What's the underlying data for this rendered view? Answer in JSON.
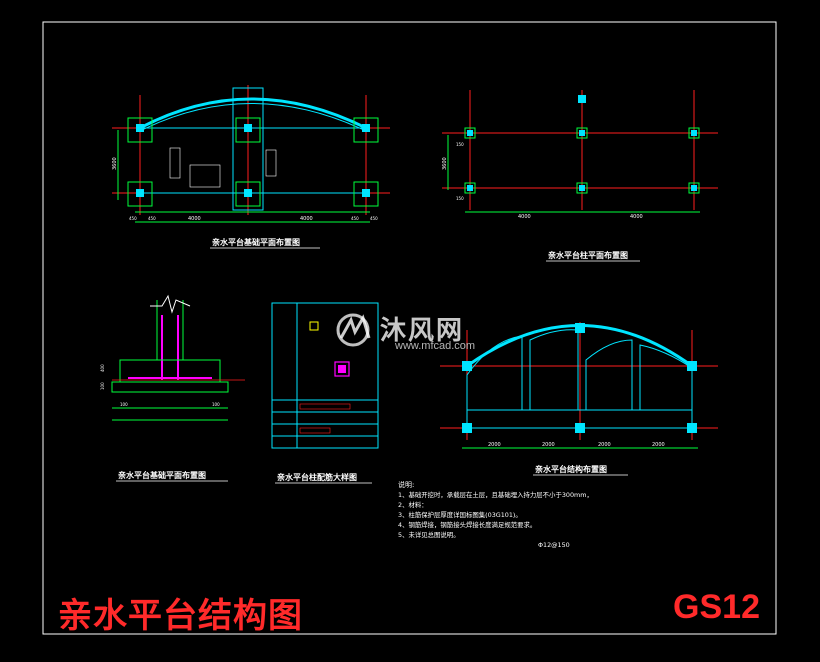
{
  "drawing": {
    "title": "亲水平台结构图",
    "sheet_code": "GS12",
    "colors": {
      "background": "#000000",
      "frame": "#ffffff",
      "title_red": "#ff2a2a",
      "cyan": "#00e5ff",
      "green": "#00ff3c",
      "red_axis": "#ff1e1e",
      "magenta": "#ff00ff",
      "yellow": "#ffff00"
    }
  },
  "views": [
    {
      "id": "foundation-plan",
      "title": "亲水平台基础平面布置图",
      "dims": [
        "4000",
        "4000",
        "450",
        "450",
        "450",
        "450",
        "3600"
      ]
    },
    {
      "id": "column-plan",
      "title": "亲水平台柱平面布置图",
      "dims": [
        "4000",
        "4000",
        "3600",
        "150",
        "150"
      ]
    },
    {
      "id": "foundation-detail",
      "title": "亲水平台基础平面布置图",
      "dims": [
        "100",
        "100",
        "100",
        "400"
      ]
    },
    {
      "id": "column-rebar-detail",
      "title": "亲水平台柱配筋大样图"
    },
    {
      "id": "structure-layout",
      "title": "亲水平台结构布置图",
      "dims": [
        "2000",
        "2000",
        "2000",
        "2000"
      ]
    }
  ],
  "notes": {
    "heading": "说明:",
    "lines": [
      "1、基础开挖时，承载层在土层，且基础埋入持力层不小于300mm，",
      "2、材料：",
      "3、柱筋保护层厚度详国标图集(03G101)。",
      "4、钢筋焊接，钢筋接头焊接长度满足规范要求。",
      "5、未详见总图说明。"
    ],
    "rebar_tag": "Φ12@150"
  },
  "watermark": {
    "name": "沐风网",
    "url": "www.mfcad.com"
  }
}
